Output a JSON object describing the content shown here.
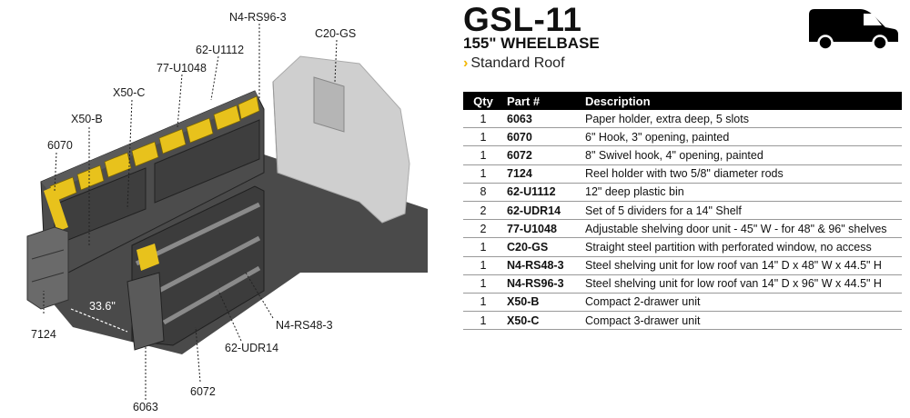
{
  "header": {
    "title": "GSL-11",
    "wheelbase": "155\" WHEELBASE",
    "roof": "Standard Roof",
    "roof_marker": "›"
  },
  "icons": {
    "vehicle": "van-icon"
  },
  "colors": {
    "accent": "#f2b705",
    "table_header": "#000000",
    "bin": "#e8c21c",
    "shelf": "#3a3a3a"
  },
  "illustration": {
    "callouts": {
      "n4_rs96_3": "N4-RS96-3",
      "c20_gs": "C20-GS",
      "u1112": "62-U1112",
      "u1048": "77-U1048",
      "x50_c": "X50-C",
      "x50_b": "X50-B",
      "h6070": "6070",
      "r7124": "7124",
      "dimension": "33.6\"",
      "n4_rs48_3": "N4-RS48-3",
      "udr14": "62-UDR14",
      "h6072": "6072",
      "p6063": "6063"
    }
  },
  "table": {
    "headers": {
      "qty": "Qty",
      "part": "Part #",
      "desc": "Description"
    },
    "rows": [
      {
        "qty": "1",
        "part": "6063",
        "desc": "Paper holder, extra deep, 5 slots"
      },
      {
        "qty": "1",
        "part": "6070",
        "desc": "6\" Hook, 3\" opening, painted"
      },
      {
        "qty": "1",
        "part": "6072",
        "desc": "8\" Swivel hook, 4\" opening, painted"
      },
      {
        "qty": "1",
        "part": "7124",
        "desc": "Reel holder with two 5/8\" diameter rods"
      },
      {
        "qty": "8",
        "part": "62-U1112",
        "desc": "12\" deep plastic bin"
      },
      {
        "qty": "2",
        "part": "62-UDR14",
        "desc": "Set of 5 dividers for a 14\" Shelf"
      },
      {
        "qty": "2",
        "part": "77-U1048",
        "desc": "Adjustable shelving door unit - 45\" W - for 48\" & 96\" shelves"
      },
      {
        "qty": "1",
        "part": "C20-GS",
        "desc": "Straight steel partition with perforated window, no access"
      },
      {
        "qty": "1",
        "part": "N4-RS48-3",
        "desc": "Steel shelving unit for low roof van 14\" D x 48\" W x 44.5\" H"
      },
      {
        "qty": "1",
        "part": "N4-RS96-3",
        "desc": "Steel shelving unit for low roof van 14\" D x 96\" W x 44.5\" H"
      },
      {
        "qty": "1",
        "part": "X50-B",
        "desc": "Compact 2-drawer unit"
      },
      {
        "qty": "1",
        "part": "X50-C",
        "desc": "Compact 3-drawer unit"
      }
    ]
  }
}
